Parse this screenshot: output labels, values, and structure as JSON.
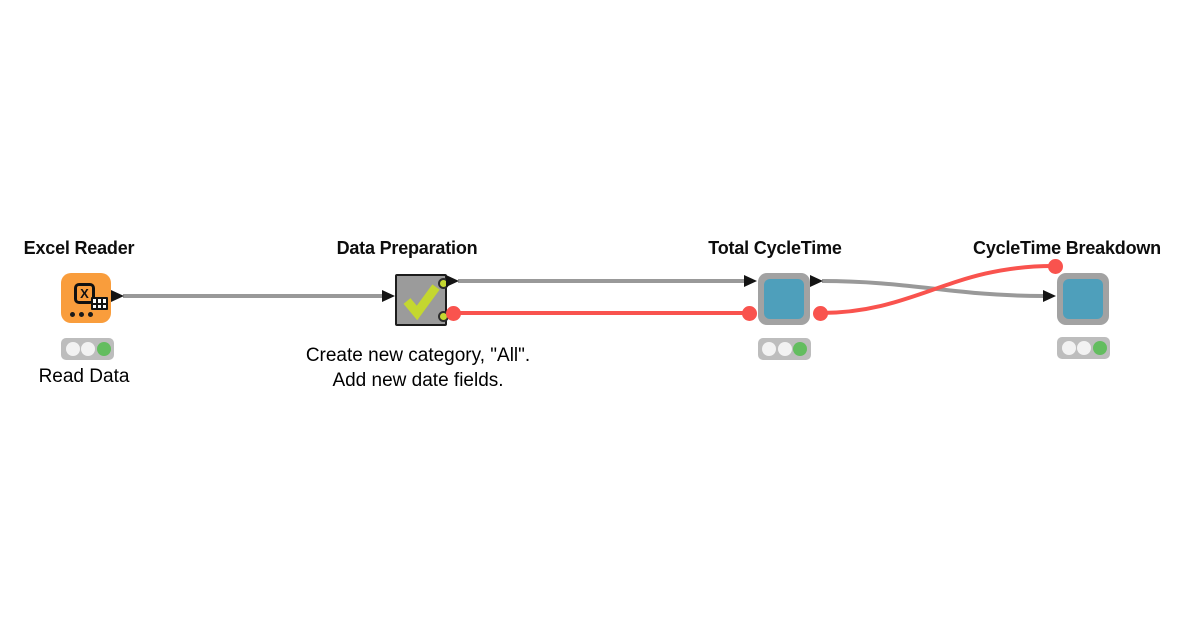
{
  "workflow": {
    "nodes": [
      {
        "id": "excel-reader",
        "title": "Excel Reader",
        "label": "Read Data",
        "type": "reader",
        "icon": "excel-table-icon",
        "icon_letter": "X",
        "body_color": "#F99D3C",
        "status": "executed"
      },
      {
        "id": "data-preparation",
        "title": "Data Preparation",
        "type": "metanode",
        "icon": "checkmark-icon",
        "body_color": "#9B9B9B",
        "accent_color": "#C4D730",
        "annotation_line1": "Create new category, \"All\".",
        "annotation_line2": "Add new date fields."
      },
      {
        "id": "total-cycletime",
        "title": "Total CycleTime",
        "type": "component",
        "body_color": "#A2A2A2",
        "inner_color": "#4E9FBB",
        "status": "executed"
      },
      {
        "id": "cycletime-breakdown",
        "title": "CycleTime Breakdown",
        "type": "component",
        "body_color": "#A2A2A2",
        "inner_color": "#4E9FBB",
        "status": "executed"
      }
    ],
    "connections": [
      {
        "from": "excel-reader",
        "to": "data-preparation",
        "kind": "data"
      },
      {
        "from": "data-preparation",
        "to": "total-cycletime",
        "kind": "data"
      },
      {
        "from": "data-preparation",
        "to": "total-cycletime",
        "kind": "flow-variable"
      },
      {
        "from": "total-cycletime",
        "to": "cycletime-breakdown",
        "kind": "data"
      },
      {
        "from": "total-cycletime",
        "to": "cycletime-breakdown",
        "kind": "flow-variable"
      }
    ],
    "colors": {
      "canvas": "#FFFFFF",
      "data_connection": "#999999",
      "flow_variable_connection": "#F9534E",
      "port": "#141414",
      "status_on": "#63BD5F",
      "status_off": "#F2F2F2",
      "status_tray": "#BDBDBD"
    }
  }
}
